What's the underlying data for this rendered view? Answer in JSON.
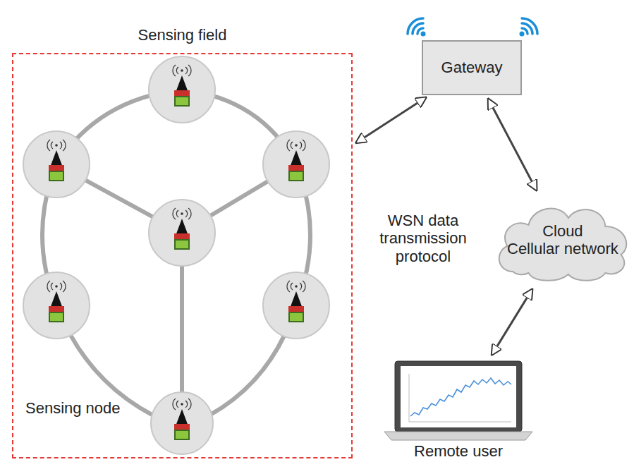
{
  "diagram": {
    "nodes": [
      {
        "text": [
          "Sensing field"
        ]
      },
      {
        "text": [
          "Gateway"
        ]
      },
      {
        "text": [
          "Cloud Cellular network"
        ]
      },
      {
        "text": [
          "Remote user"
        ]
      }
    ],
    "edges": [
      {
        "from": 0,
        "to": 1,
        "arrow": "both"
      },
      {
        "from": 1,
        "to": 2,
        "arrow": "both"
      },
      {
        "from": 2,
        "to": 3,
        "arrow": "both"
      }
    ],
    "labels": [
      "WSN data transmission protocol",
      "Sensing node"
    ]
  }
}
